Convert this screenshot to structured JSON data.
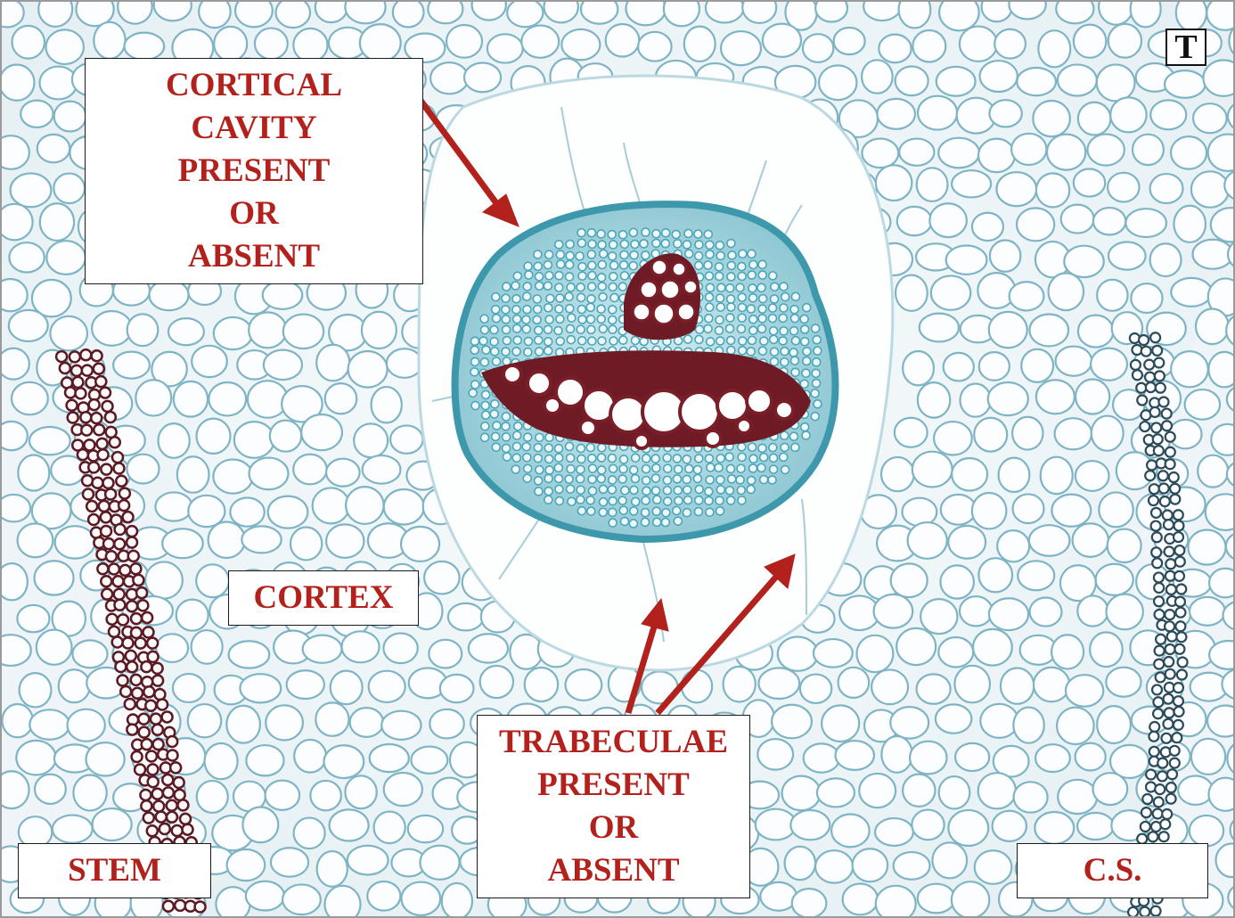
{
  "labels": {
    "cortical_cavity": "CORTICAL\nCAVITY\nPRESENT\nOR\nABSENT",
    "cortex": "CORTEX",
    "trabeculae": "TRABECULAE\nPRESENT\nOR\nABSENT",
    "stem": "STEM",
    "section": "C.S."
  },
  "corner_badge": "T",
  "colors": {
    "label_text": "#b3211c",
    "arrow": "#b3211c",
    "cell_wall_blue": "#7fb4c4",
    "endodermis_teal": "#4aa6b8",
    "xylem_red": "#7a1e28",
    "epidermis_dark": "#5a1a24"
  }
}
